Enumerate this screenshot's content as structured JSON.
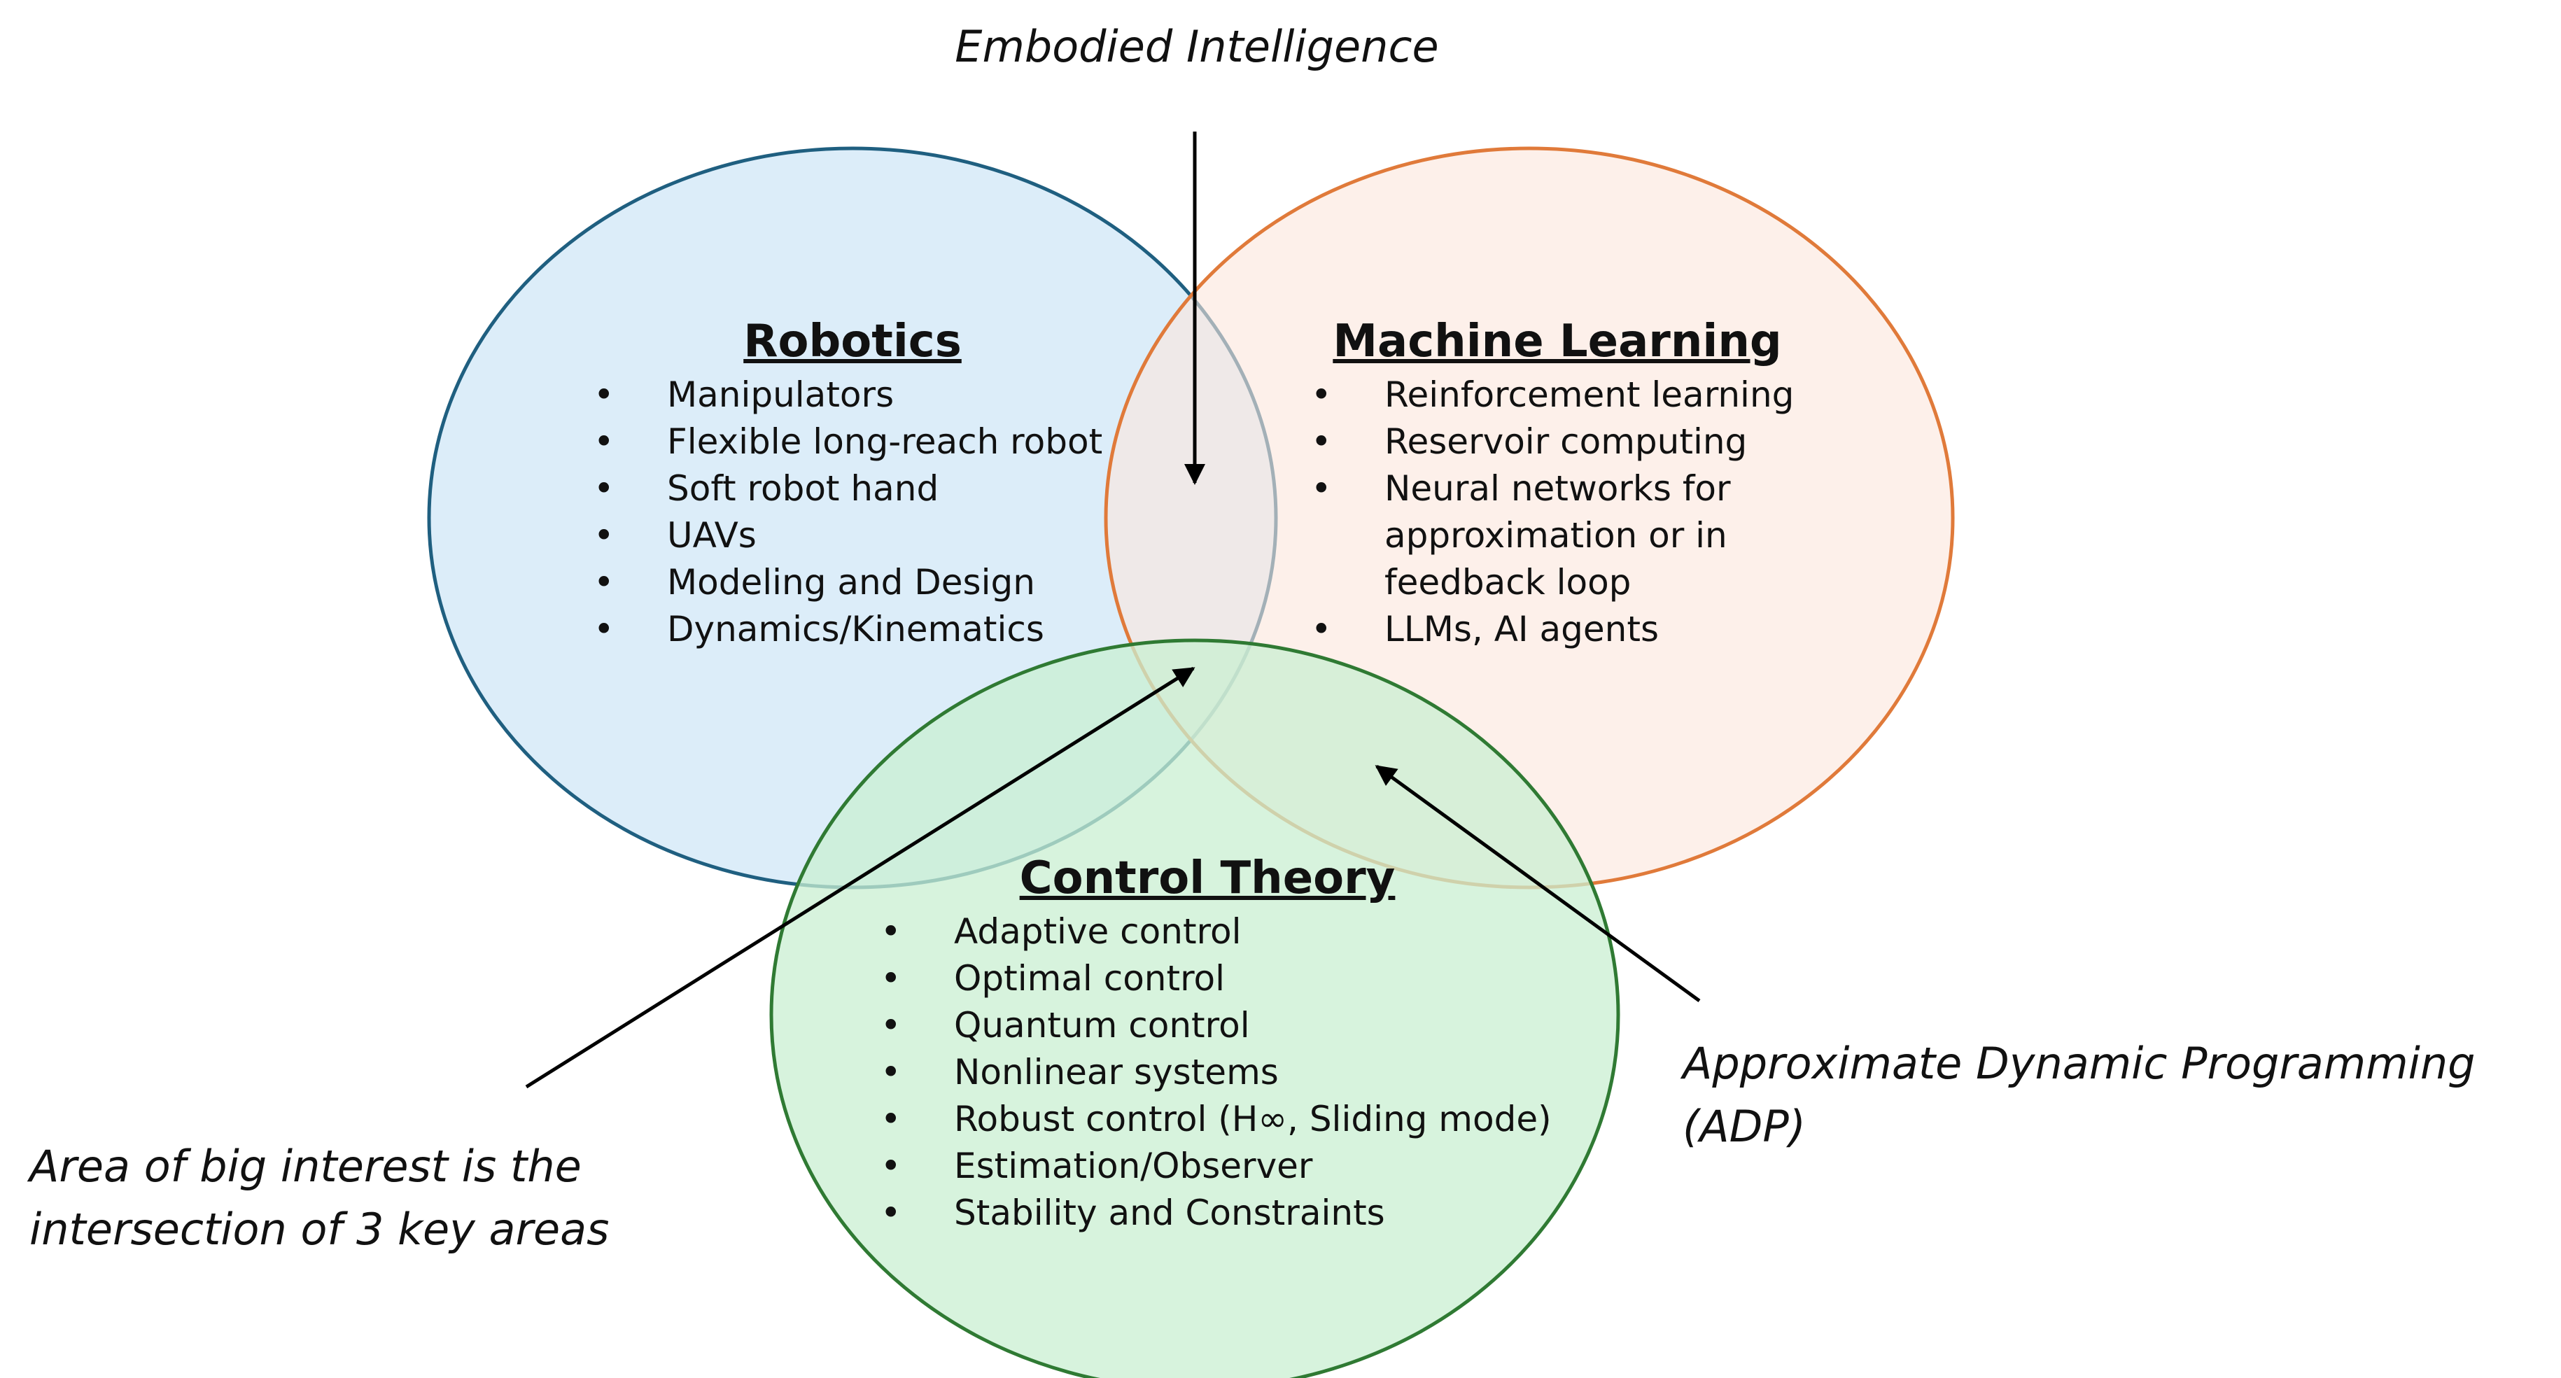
{
  "colors": {
    "robotics_fill": "#d6eaf8",
    "robotics_stroke": "#1f5f80",
    "ml_fill": "#fce6dc",
    "ml_stroke": "#e07a3a",
    "control_fill": "#c9efd2",
    "control_stroke": "#2f7a33",
    "text": "#111111",
    "arrow": "#000000"
  },
  "annotations": {
    "embodied_intelligence": "Embodied Intelligence",
    "intersection_note": "Area of big interest is the intersection of 3 key areas",
    "adp_note": "Approximate Dynamic Programming (ADP)"
  },
  "circles": {
    "robotics": {
      "title": "Robotics",
      "items": [
        "Manipulators",
        "Flexible long-reach robot",
        "Soft robot hand",
        "UAVs",
        "Modeling and Design",
        "Dynamics/Kinematics"
      ]
    },
    "machine_learning": {
      "title": "Machine Learning",
      "items": [
        "Reinforcement learning",
        "Reservoir computing",
        "Neural networks for approximation or in feedback loop",
        "LLMs, AI agents"
      ]
    },
    "control_theory": {
      "title": "Control Theory",
      "items": [
        "Adaptive control",
        "Optimal control",
        "Quantum control",
        "Nonlinear systems",
        "Robust control (H∞, Sliding mode)",
        "Estimation/Observer",
        "Stability and Constraints"
      ]
    }
  }
}
